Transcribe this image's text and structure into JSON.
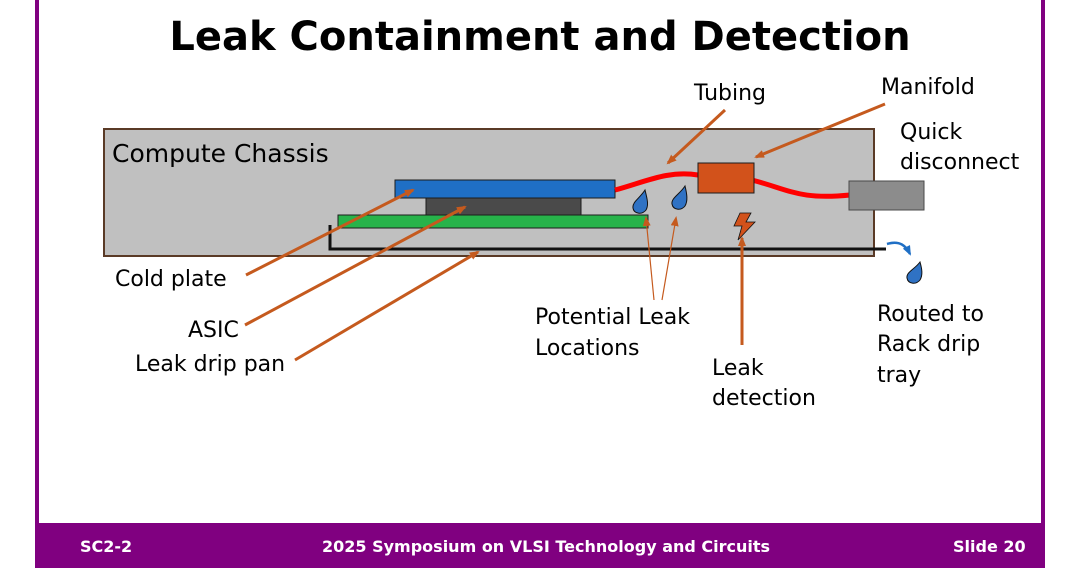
{
  "slide": {
    "title": "Leak Containment and Detection"
  },
  "diagram": {
    "chassis_label": "Compute Chassis",
    "labels": {
      "tubing": "Tubing",
      "manifold": "Manifold",
      "quick_disconnect_line1": "Quick",
      "quick_disconnect_line2": "disconnect",
      "cold_plate": "Cold plate",
      "asic": "ASIC",
      "leak_drip_pan": "Leak drip pan",
      "potential_leak_line1": "Potential Leak",
      "potential_leak_line2": "Locations",
      "leak_detection_line1": "Leak",
      "leak_detection_line2": "detection",
      "routed_line1": "Routed to",
      "routed_line2": "Rack drip",
      "routed_line3": "tray"
    },
    "colors": {
      "chassis": "#c0c0c0",
      "cold_plate": "#1f6fc5",
      "asic": "#4a4a4a",
      "board": "#27b34a",
      "tubing": "#ff0000",
      "manifold": "#d2521b",
      "arrow": "#c55a1e",
      "droplet": "#2f72c4",
      "quick_disconnect": "#8c8c8c"
    }
  },
  "footer": {
    "left": "SC2-2",
    "center": "2025 Symposium on VLSI Technology and Circuits",
    "right": "Slide 20",
    "color": "#800080"
  }
}
